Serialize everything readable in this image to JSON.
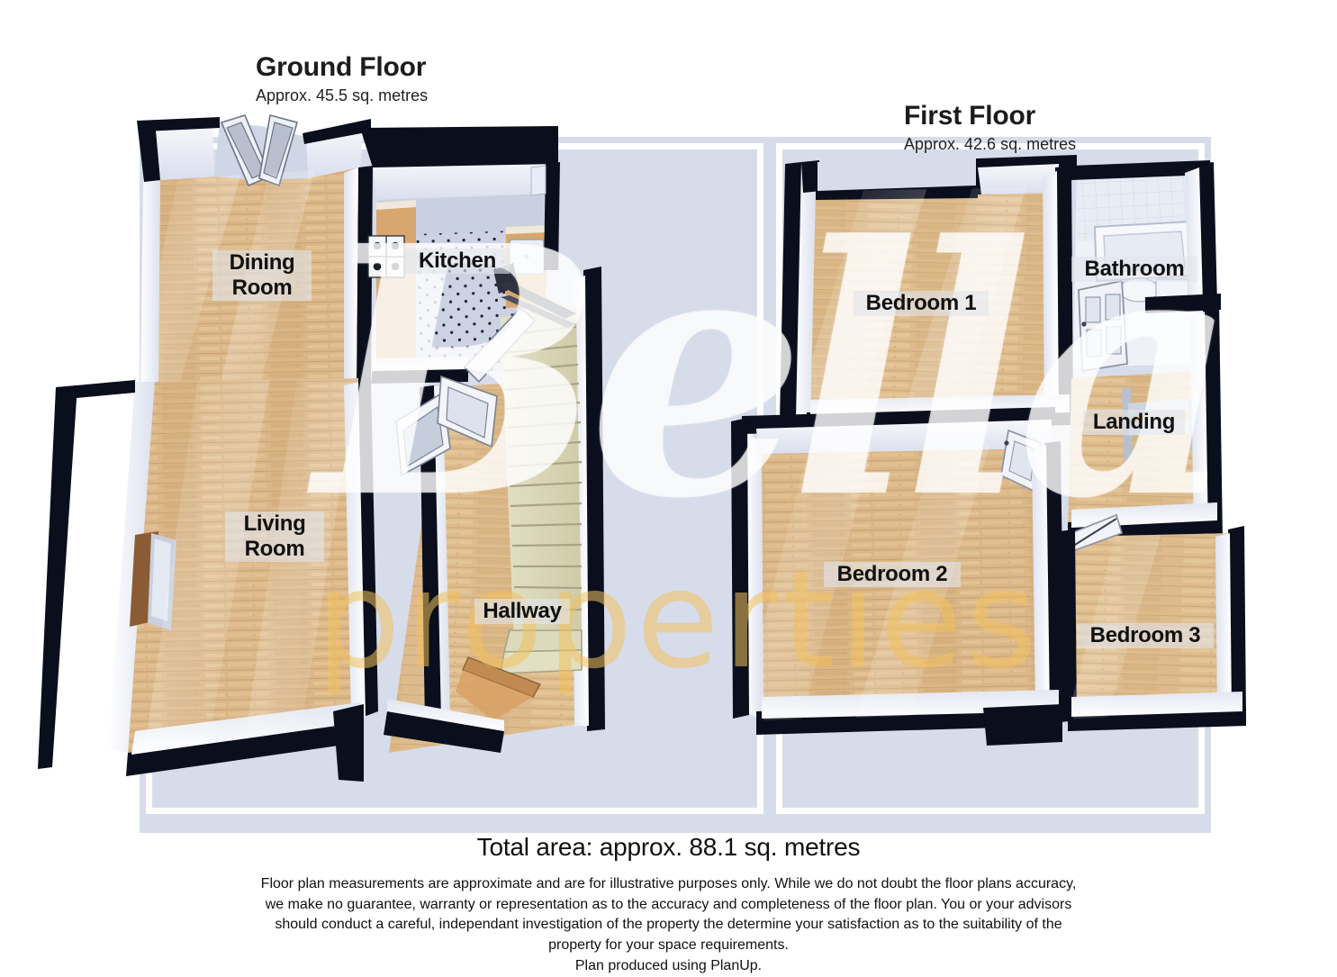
{
  "document": {
    "type": "floor-plan",
    "watermark": {
      "script_text": "Bella",
      "sub_text": "properties"
    }
  },
  "floors": [
    {
      "id": "ground",
      "title": "Ground Floor",
      "area_text": "Approx. 45.5 sq. metres",
      "rooms": [
        {
          "name": "dining-room",
          "label": "Dining\nRoom"
        },
        {
          "name": "kitchen",
          "label": "Kitchen"
        },
        {
          "name": "living-room",
          "label": "Living\nRoom"
        },
        {
          "name": "hallway",
          "label": "Hallway"
        }
      ]
    },
    {
      "id": "first",
      "title": "First Floor",
      "area_text": "Approx. 42.6 sq. metres",
      "rooms": [
        {
          "name": "bedroom-1",
          "label": "Bedroom 1"
        },
        {
          "name": "bathroom",
          "label": "Bathroom"
        },
        {
          "name": "landing",
          "label": "Landing"
        },
        {
          "name": "bedroom-2",
          "label": "Bedroom 2"
        },
        {
          "name": "bedroom-3",
          "label": "Bedroom 3"
        }
      ]
    }
  ],
  "footer": {
    "total_area": "Total area: approx. 88.1 sq. metres",
    "disclaimer": [
      "Floor plan measurements are approximate and are for illustrative purposes only. While we do not doubt the floor plans accuracy,",
      "we make no guarantee, warranty or representation as to the accuracy and completeness of the floor plan. You or your advisors",
      "should conduct a careful, independant investigation of the property the determine your satisfaction as to the suitability of the",
      "property for your space requirements.",
      "Plan produced using PlanUp."
    ]
  },
  "colors": {
    "background": "#ffffff",
    "panel": "#d7dcea",
    "wall_dark": "#0d1020",
    "wall_light": "#e9ecf5",
    "floor_wood": "#d9b483",
    "floor_tile": "#ccd2e2",
    "text": "#111111",
    "watermark_script": "#ffffff",
    "watermark_sub": "#f0c15c"
  }
}
